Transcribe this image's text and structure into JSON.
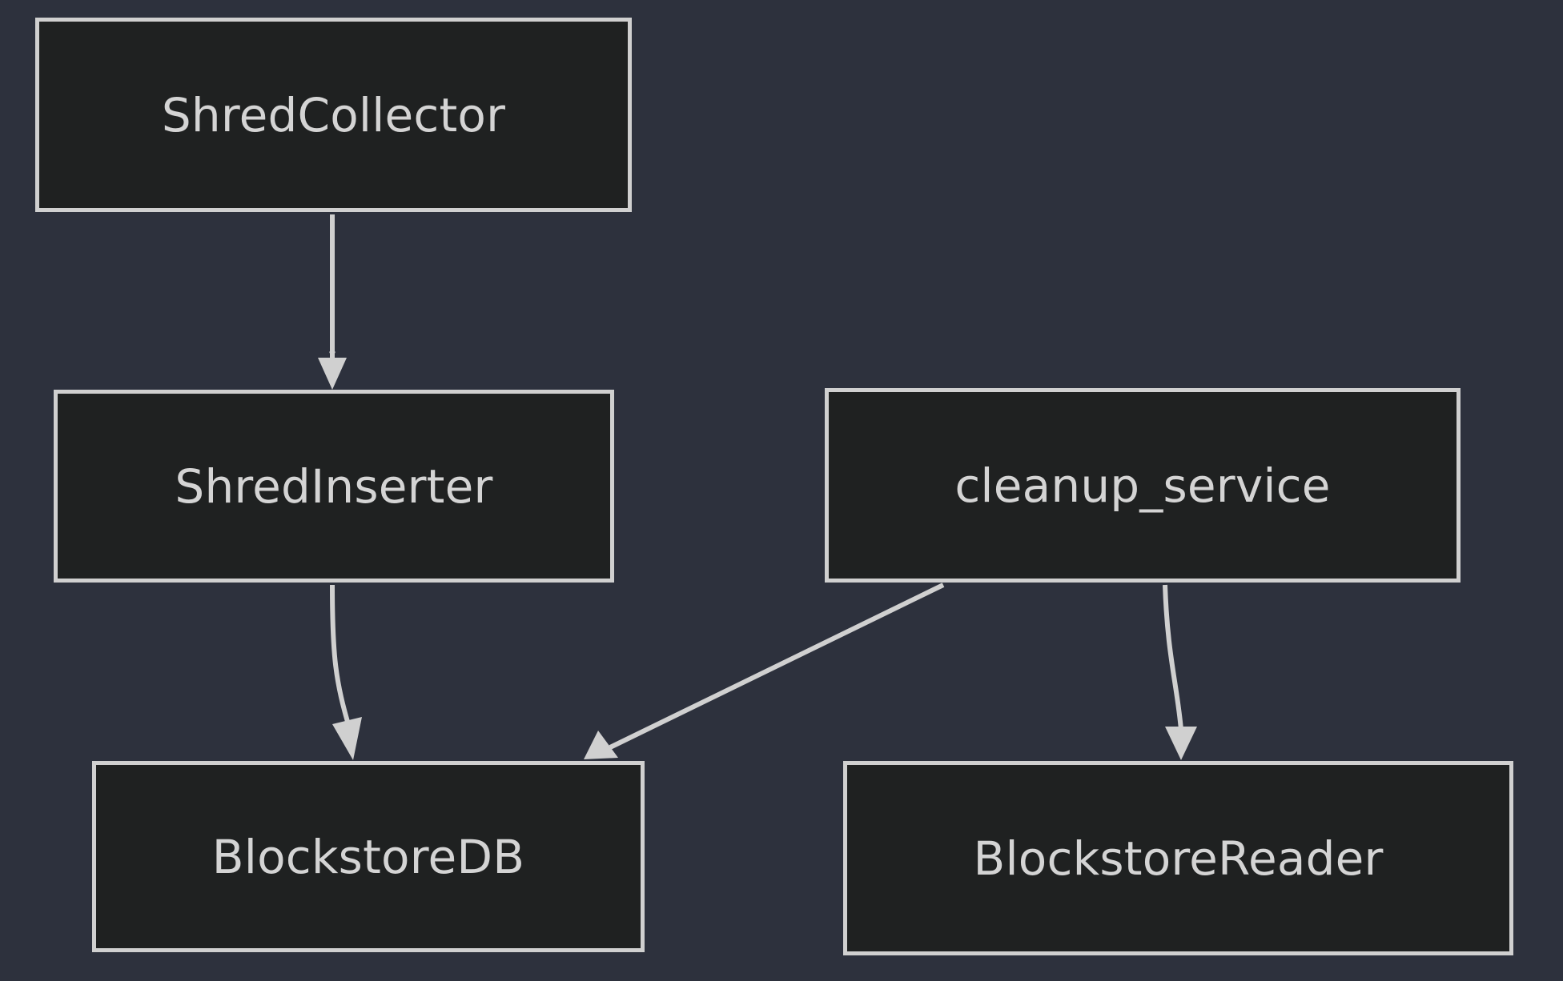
{
  "diagram": {
    "type": "flowchart",
    "direction": "top-down",
    "background_color": "#2d313d",
    "node_fill_color": "#1f2121",
    "node_border_color": "#d0d0d0",
    "edge_color": "#d0d0d0",
    "text_color": "#d4d4d4",
    "nodes": [
      {
        "id": "shred_collector",
        "label": "ShredCollector"
      },
      {
        "id": "shred_inserter",
        "label": "ShredInserter"
      },
      {
        "id": "cleanup_service",
        "label": "cleanup_service"
      },
      {
        "id": "blockstore_db",
        "label": "BlockstoreDB"
      },
      {
        "id": "blockstore_reader",
        "label": "BlockstoreReader"
      }
    ],
    "edges": [
      {
        "id": "edge-collector-to-inserter",
        "from": "shred_collector",
        "to": "shred_inserter",
        "style": "straight",
        "arrowhead": "filled-triangle"
      },
      {
        "id": "edge-inserter-to-db",
        "from": "shred_inserter",
        "to": "blockstore_db",
        "style": "curved",
        "arrowhead": "filled-triangle"
      },
      {
        "id": "edge-cleanup-to-db",
        "from": "cleanup_service",
        "to": "blockstore_db",
        "style": "diagonal",
        "arrowhead": "filled-triangle"
      },
      {
        "id": "edge-cleanup-to-reader",
        "from": "cleanup_service",
        "to": "blockstore_reader",
        "style": "curved",
        "arrowhead": "filled-triangle"
      }
    ]
  }
}
